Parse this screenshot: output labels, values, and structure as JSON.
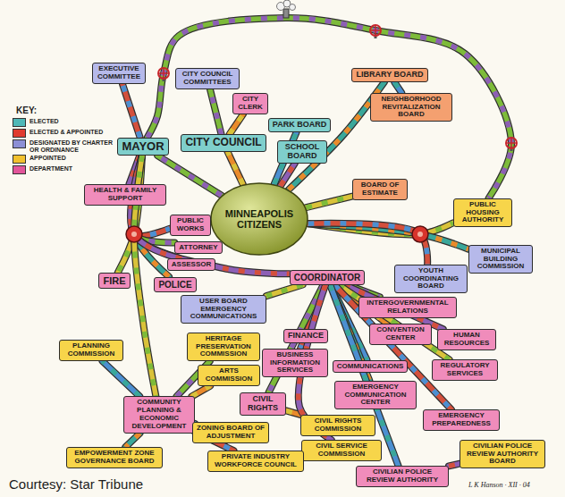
{
  "diagram": {
    "nodes": [
      {
        "text": [
          "EXECUTIVE COMMITTEE"
        ]
      },
      {
        "text": [
          "CITY COUNCIL COMMITTEES"
        ]
      },
      {
        "text": [
          "CITY CLERK"
        ]
      },
      {
        "text": [
          "LIBRARY BOARD"
        ]
      },
      {
        "text": [
          "MAYOR"
        ]
      },
      {
        "text": [
          "CITY COUNCIL"
        ]
      },
      {
        "text": [
          "PARK BOARD"
        ]
      },
      {
        "text": [
          "NEIGHBORHOOD REVITALIZATION BOARD"
        ]
      },
      {
        "text": [
          "SCHOOL BOARD"
        ]
      },
      {
        "text": [
          "BOARD OF ESTIMATE"
        ]
      },
      {
        "text": [
          "MINNEAPOLIS CITIZENS"
        ]
      },
      {
        "text": [
          "HEALTH & FAMILY SUPPORT"
        ]
      },
      {
        "text": [
          "PUBLIC WORKS"
        ]
      },
      {
        "text": [
          "ATTORNEY"
        ]
      },
      {
        "text": [
          "ASSESSOR"
        ]
      },
      {
        "text": [
          "FIRE"
        ]
      },
      {
        "text": [
          "POLICE"
        ]
      },
      {
        "text": [
          "PUBLIC HOUSING AUTHORITY"
        ]
      },
      {
        "text": [
          "MUNICIPAL BUILDING COMMISSION"
        ]
      },
      {
        "text": [
          "YOUTH COORDINATING BOARD"
        ]
      },
      {
        "text": [
          "COORDINATOR"
        ]
      },
      {
        "text": [
          "USER BOARD EMERGENCY COMMUNICATIONS"
        ]
      },
      {
        "text": [
          "INTERGOVERNMENTAL RELATIONS"
        ]
      },
      {
        "text": [
          "CONVENTION CENTER"
        ]
      },
      {
        "text": [
          "PLANNING COMMISSION"
        ]
      },
      {
        "text": [
          "FINANCE"
        ]
      },
      {
        "text": [
          "HERITAGE PRESERVATION COMMISSION"
        ]
      },
      {
        "text": [
          "BUSINESS INFORMATION SERVICES"
        ]
      },
      {
        "text": [
          "HUMAN RESOURCES"
        ]
      },
      {
        "text": [
          "ARTS COMMISSION"
        ]
      },
      {
        "text": [
          "COMMUNICATIONS"
        ]
      },
      {
        "text": [
          "REGULATORY SERVICES"
        ]
      },
      {
        "text": [
          "EMERGENCY COMMUNICATION CENTER"
        ]
      },
      {
        "text": [
          "COMMUNITY PLANNING & ECONOMIC DEVELOPMENT"
        ]
      },
      {
        "text": [
          "CIVIL RIGHTS"
        ]
      },
      {
        "text": [
          "CIVIL RIGHTS COMMISSION"
        ]
      },
      {
        "text": [
          "EMERGENCY PREPAREDNESS"
        ]
      },
      {
        "text": [
          "ZONING BOARD OF ADJUSTMENT"
        ]
      },
      {
        "text": [
          "CIVILIAN POLICE REVIEW AUTHORITY BOARD"
        ]
      },
      {
        "text": [
          "EMPOWERMENT ZONE GOVERNANCE BOARD"
        ]
      },
      {
        "text": [
          "CIVIL SERVICE COMMISSION"
        ]
      },
      {
        "text": [
          "PRIVATE INDUSTRY WORKFORCE COUNCIL"
        ]
      },
      {
        "text": [
          "CIVILIAN POLICE REVIEW AUTHORITY"
        ]
      }
    ],
    "edges": [
      {
        "from": 10,
        "to": 4,
        "arrow": "none"
      },
      {
        "from": 10,
        "to": 5,
        "arrow": "none"
      },
      {
        "from": 10,
        "to": 6,
        "arrow": "none"
      },
      {
        "from": 10,
        "to": 8,
        "arrow": "none"
      },
      {
        "from": 10,
        "to": 9,
        "arrow": "none"
      },
      {
        "from": 10,
        "to": 3,
        "arrow": "none"
      },
      {
        "from": 4,
        "to": 0,
        "arrow": "none"
      },
      {
        "from": 5,
        "to": 1,
        "arrow": "none"
      },
      {
        "from": 5,
        "to": 2,
        "arrow": "none"
      },
      {
        "from": 3,
        "to": 7,
        "arrow": "none"
      },
      {
        "from": 4,
        "to": 11,
        "arrow": "none"
      },
      {
        "from": 4,
        "to": 15,
        "arrow": "none"
      },
      {
        "from": 4,
        "to": 16,
        "arrow": "none"
      },
      {
        "from": 4,
        "to": 12,
        "arrow": "none"
      },
      {
        "from": 4,
        "to": 13,
        "arrow": "none"
      },
      {
        "from": 4,
        "to": 14,
        "arrow": "none"
      },
      {
        "from": 33,
        "to": 24,
        "arrow": "none"
      },
      {
        "from": 4,
        "to": 20,
        "arrow": "none"
      },
      {
        "from": 20,
        "to": 21,
        "arrow": "none"
      },
      {
        "from": 20,
        "to": 25,
        "arrow": "none"
      },
      {
        "from": 20,
        "to": 27,
        "arrow": "none"
      },
      {
        "from": 20,
        "to": 22,
        "arrow": "none"
      },
      {
        "from": 20,
        "to": 23,
        "arrow": "none"
      },
      {
        "from": 20,
        "to": 30,
        "arrow": "none"
      },
      {
        "from": 20,
        "to": 28,
        "arrow": "none"
      },
      {
        "from": 20,
        "to": 31,
        "arrow": "none"
      },
      {
        "from": 20,
        "to": 32,
        "arrow": "none"
      },
      {
        "from": 20,
        "to": 36,
        "arrow": "none"
      },
      {
        "from": 20,
        "to": 34,
        "arrow": "none"
      },
      {
        "from": 34,
        "to": 35,
        "arrow": "none"
      },
      {
        "from": 20,
        "to": 42,
        "arrow": "none"
      },
      {
        "from": 42,
        "to": 38,
        "arrow": "none"
      },
      {
        "from": 4,
        "to": 33,
        "arrow": "none"
      },
      {
        "from": 33,
        "to": 39,
        "arrow": "none"
      },
      {
        "from": 33,
        "to": 41,
        "arrow": "none"
      },
      {
        "from": 33,
        "to": 26,
        "arrow": "none"
      },
      {
        "from": 33,
        "to": 29,
        "arrow": "none"
      },
      {
        "from": 33,
        "to": 37,
        "arrow": "none"
      },
      {
        "from": 20,
        "to": 40,
        "arrow": "none"
      },
      {
        "from": 10,
        "to": 17,
        "arrow": "none"
      },
      {
        "from": 10,
        "to": 18,
        "arrow": "none"
      },
      {
        "from": 10,
        "to": 19,
        "arrow": "none"
      },
      {
        "from": 4,
        "to": 17,
        "arrow": "none"
      }
    ],
    "labels": [
      "KEY:",
      "Courtesy: Star Tribune",
      "L K Hanson · XII · 04"
    ],
    "legend": [
      {
        "text": "ELECTED",
        "color": "#4fb8b8"
      },
      {
        "text": "ELECTED & APPOINTED",
        "color": "#e03b2f"
      },
      {
        "text": "DESIGNATED BY CHARTER OR ORDINANCE",
        "color": "#8c8fd6"
      },
      {
        "text": "APPOINTED",
        "color": "#f2c12e"
      },
      {
        "text": "DEPARTMENT",
        "color": "#e2559a"
      }
    ]
  }
}
